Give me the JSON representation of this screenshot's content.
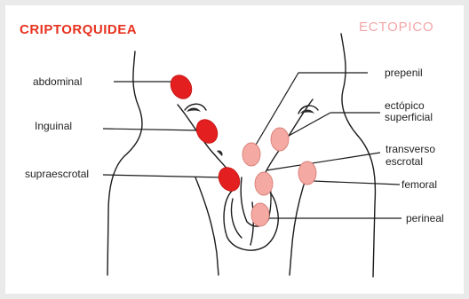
{
  "titles": {
    "left": "CRIPTORQUIDEA",
    "right": "ECTOPICO"
  },
  "colors": {
    "cryptorchid_title": "#e8321f",
    "ectopic_title": "#f4a6a8",
    "cryptorchid_testis": "#e31f1f",
    "ectopic_testis": "#f4a9a3",
    "outline": "#1a1a1a"
  },
  "labels_left": {
    "abdominal": "abdominal",
    "inguinal": "Inguinal",
    "supraescrotal": "supraescrotal"
  },
  "labels_right": {
    "prepenil": "prepenil",
    "ectopico_superficial_line1": "ectópico",
    "ectopico_superficial_line2": "superficial",
    "transverso_escrotal_line1": "transverso",
    "transverso_escrotal_line2": "escrotal",
    "femoral": "femoral",
    "perineal": "perineal"
  }
}
